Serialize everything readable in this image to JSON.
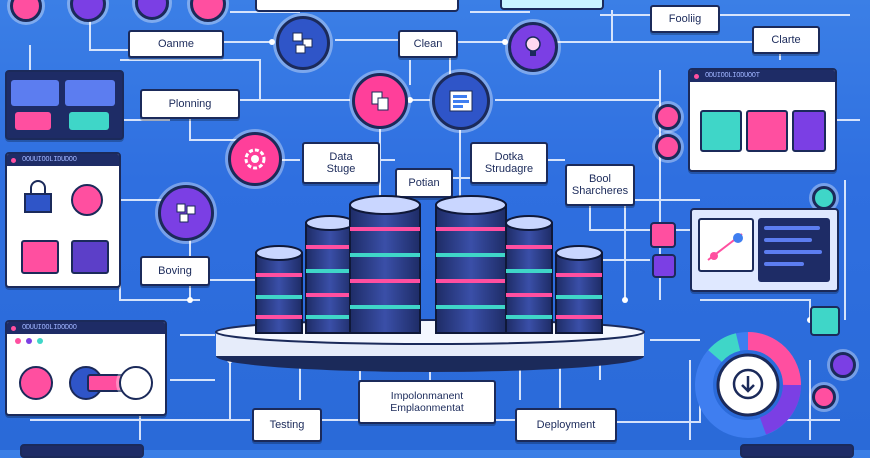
{
  "labels": {
    "optimize": "Oanme",
    "clean": "Clean",
    "routing": "Fooliig",
    "create": "Clarte",
    "planning": "Plonning",
    "data_storage": "Data\nStuge",
    "pattern": "Potian",
    "data_strategy": "Dotka\nStrudagre",
    "tool_structures": "Bool\nSharcheres",
    "boxing": "Boving",
    "implementation": "Impolonmanent\nEmplaonmentat",
    "testing": "Testing",
    "deployment": "Deployment"
  },
  "windows": {
    "top_right": "ODUIOOLIODUOOT",
    "mid_left": "OOUUIOOLIDUDOO",
    "bottom_left": "ODUUIOOLIDODOO"
  },
  "icons": {
    "gear": "gear-icon",
    "puzzle": "puzzle-icon",
    "bulb": "lightbulb-icon",
    "download": "download-icon",
    "lock": "lock-icon"
  },
  "colors": {
    "background": "#2f6fe0",
    "accent_pink": "#ff4fa0",
    "accent_purple": "#7b3fe4",
    "accent_teal": "#3fd6c8",
    "navy": "#1b2a5a"
  }
}
